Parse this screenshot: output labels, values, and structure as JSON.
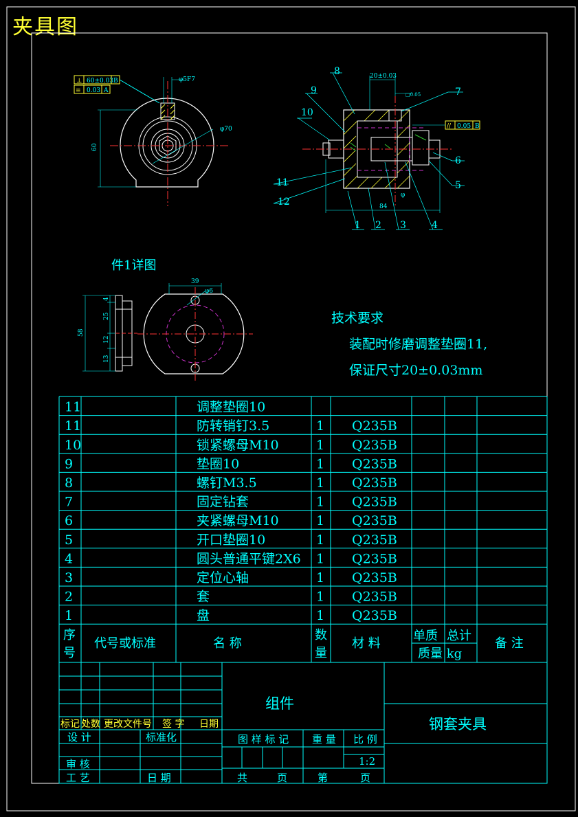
{
  "heading": "夹具图",
  "colors": {
    "frame": "#ffffff",
    "primary": "#00ffff",
    "heading": "#ffff33",
    "dim": "#00ff66",
    "center": "#ff3333",
    "hidden": "#cc33cc",
    "hatch": "#33cc33",
    "yellow": "#ffff33"
  },
  "top_view": {
    "gdt1_sym": "⊥",
    "gdt1_tol": "60±0.03",
    "gdt1_ref": "B",
    "gdt2_sym": "≡",
    "gdt2_tol": "0.03",
    "gdt2_ref": "A",
    "dim_hole": "φ5F7",
    "dim_dia": "φ70",
    "dim_height": "60"
  },
  "section_view": {
    "dim_top": "20±0.03",
    "dim_bottom": "84",
    "dim_small": "□0.05",
    "gdt_sym": "//",
    "gdt_tol": "0.05",
    "gdt_ref": "B",
    "phi": "φ",
    "callouts": [
      "1",
      "2",
      "3",
      "4",
      "5",
      "6",
      "7",
      "8",
      "9",
      "10",
      "11",
      "12"
    ]
  },
  "detail": {
    "title": "件1详图",
    "dim_width": "39",
    "dim_hole": "φ6",
    "dim_total": "58",
    "dims_left": [
      "4",
      "25",
      "12",
      "13"
    ]
  },
  "tech": {
    "title": "技术要求",
    "line1": "装配时修磨调整垫圈11,",
    "line2": "保证尺寸20±0.03mm"
  },
  "bom": {
    "rows": [
      {
        "no": "11",
        "name": "调整垫圈10",
        "qty": "",
        "material": ""
      },
      {
        "no": "11",
        "name": "防转销钉3.5",
        "qty": "1",
        "material": "Q235B"
      },
      {
        "no": "10",
        "name": "锁紧螺母M10",
        "qty": "1",
        "material": "Q235B"
      },
      {
        "no": "9",
        "name": "垫圈10",
        "qty": "1",
        "material": "Q235B"
      },
      {
        "no": "8",
        "name": "螺钉M3.5",
        "qty": "1",
        "material": "Q235B"
      },
      {
        "no": "7",
        "name": "固定钻套",
        "qty": "1",
        "material": "Q235B"
      },
      {
        "no": "6",
        "name": "夹紧螺母M10",
        "qty": "1",
        "material": "Q235B"
      },
      {
        "no": "5",
        "name": "开口垫圈10",
        "qty": "1",
        "material": "Q235B"
      },
      {
        "no": "4",
        "name": "圆头普通平键2X6",
        "qty": "1",
        "material": "Q235B"
      },
      {
        "no": "3",
        "name": "定位心轴",
        "qty": "1",
        "material": "Q235B"
      },
      {
        "no": "2",
        "name": "套",
        "qty": "1",
        "material": "Q235B"
      },
      {
        "no": "1",
        "name": "盘",
        "qty": "1",
        "material": "Q235B"
      }
    ],
    "header": {
      "seq1": "序",
      "seq2": "号",
      "code": "代号或标准",
      "name": "名 称",
      "qty1": "数",
      "qty2": "量",
      "material": "材 料",
      "unit": "单质",
      "total": "总计",
      "mass": "质量 kg",
      "remark": "备 注"
    }
  },
  "title_block": {
    "assembly": "组件",
    "drawing_name": "钢套夹具",
    "rev_mark": "标记",
    "rev_count": "处数",
    "rev_doc": "更改文件号",
    "rev_sign": "签 字",
    "rev_date": "日期",
    "design": "设 计",
    "standard": "标准化",
    "review": "审 核",
    "process": "工 艺",
    "date": "日 期",
    "pattern_mark": "图 样 标 记",
    "weight": "重 量",
    "scale_label": "比 例",
    "scale": "1:2",
    "total_sheets": "共",
    "sheet_unit1": "页",
    "sheet_no": "第",
    "sheet_unit2": "页"
  }
}
